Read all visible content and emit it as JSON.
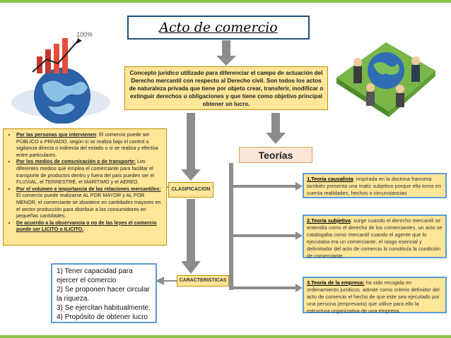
{
  "title": "Acto de comercio",
  "concept": {
    "text_before": "Concepto jurídico utilizado para diferenciar el campo de actuación del Derecho mercantil con respecto al Derecho civil. Son todos los actos de naturaleza privada que tiene por objeto crear, transferir, modificar o extinguir derechos u obligaciones y que tiene como objetivo principal ",
    "text_bold": "obtener un lucro",
    "text_after": "."
  },
  "teorias": "Teorías",
  "clasificacion": "CLASIFICACION",
  "caracteristicas": "CARACTERISTICAS",
  "classification_items": [
    {
      "head": "Por las personas que intervienen",
      "text": ": El comercio puede ser PÚBLICO o PRIVADO, según si se realiza bajo el control o vigilancia directa o indirecta del estado o si se realiza y efectúa entre particulares."
    },
    {
      "head": "Por los medios de comunicación o de transporte:",
      "text": " Los diferentes medios que emplea el comerciante para facilitar el transporte de productos dentro y fuera del país pueden ser el FLUVIAL, el TERRESTRE, el MARÍTIMO y el AEREO."
    },
    {
      "head": "Por el volumen e importancia de las relaciones mercantiles:",
      "text": " El comercio puede realizarse AL POR MAYOR y AL POR MENOR, el comerciante se abastece en cantidades mayores en el sector producción para distribuir a los consumidores en pequeñas cantidades."
    },
    {
      "head": "De acuerdo a la observancia o no de las leyes el comercio puede ser LICITO o ILICITO.",
      "text": ""
    }
  ],
  "requirements": [
    "1) Tener capacidad para ejercer el comercio",
    "2) Se proponen hacer circular la riqueza.",
    "3) Se ejercitan habitualmente.",
    "4) Propósito de obtener lucro"
  ],
  "theories": [
    {
      "head": "1.Teoría causalista",
      "text": ": inspirada en la doctrina francesa también presenta una matiz subjetivo porque ella toma en cuenta realidades, hechos o circunstancias"
    },
    {
      "head": "2.Teoría subjetiva",
      "text": ": surge cuando el derecho mercantil se entendía como el derecho de los comerciantes, un acto se catalogaba como mercantil cuando el agente que lo ejecutaba era un comerciante, el rasgo esencial y delimitador del acto de comercio lo constituía la condición de comerciante."
    },
    {
      "head": "3.Teoría de la empresa:",
      "text": " ha sido recogida en ordenamiento jurídicos. admite como criterio definidor del acto de comercio el hecho de que este sea ejecutado por una persona (empresario) que utilice para ello la estructura organizativa de una empresa."
    }
  ],
  "photo1_label": "100%",
  "colors": {
    "accent_green": "#8bc34a",
    "box_yellow": "#ffe699",
    "border_blue": "#5b9bd5",
    "arrow_gray": "#8c8c8c"
  }
}
